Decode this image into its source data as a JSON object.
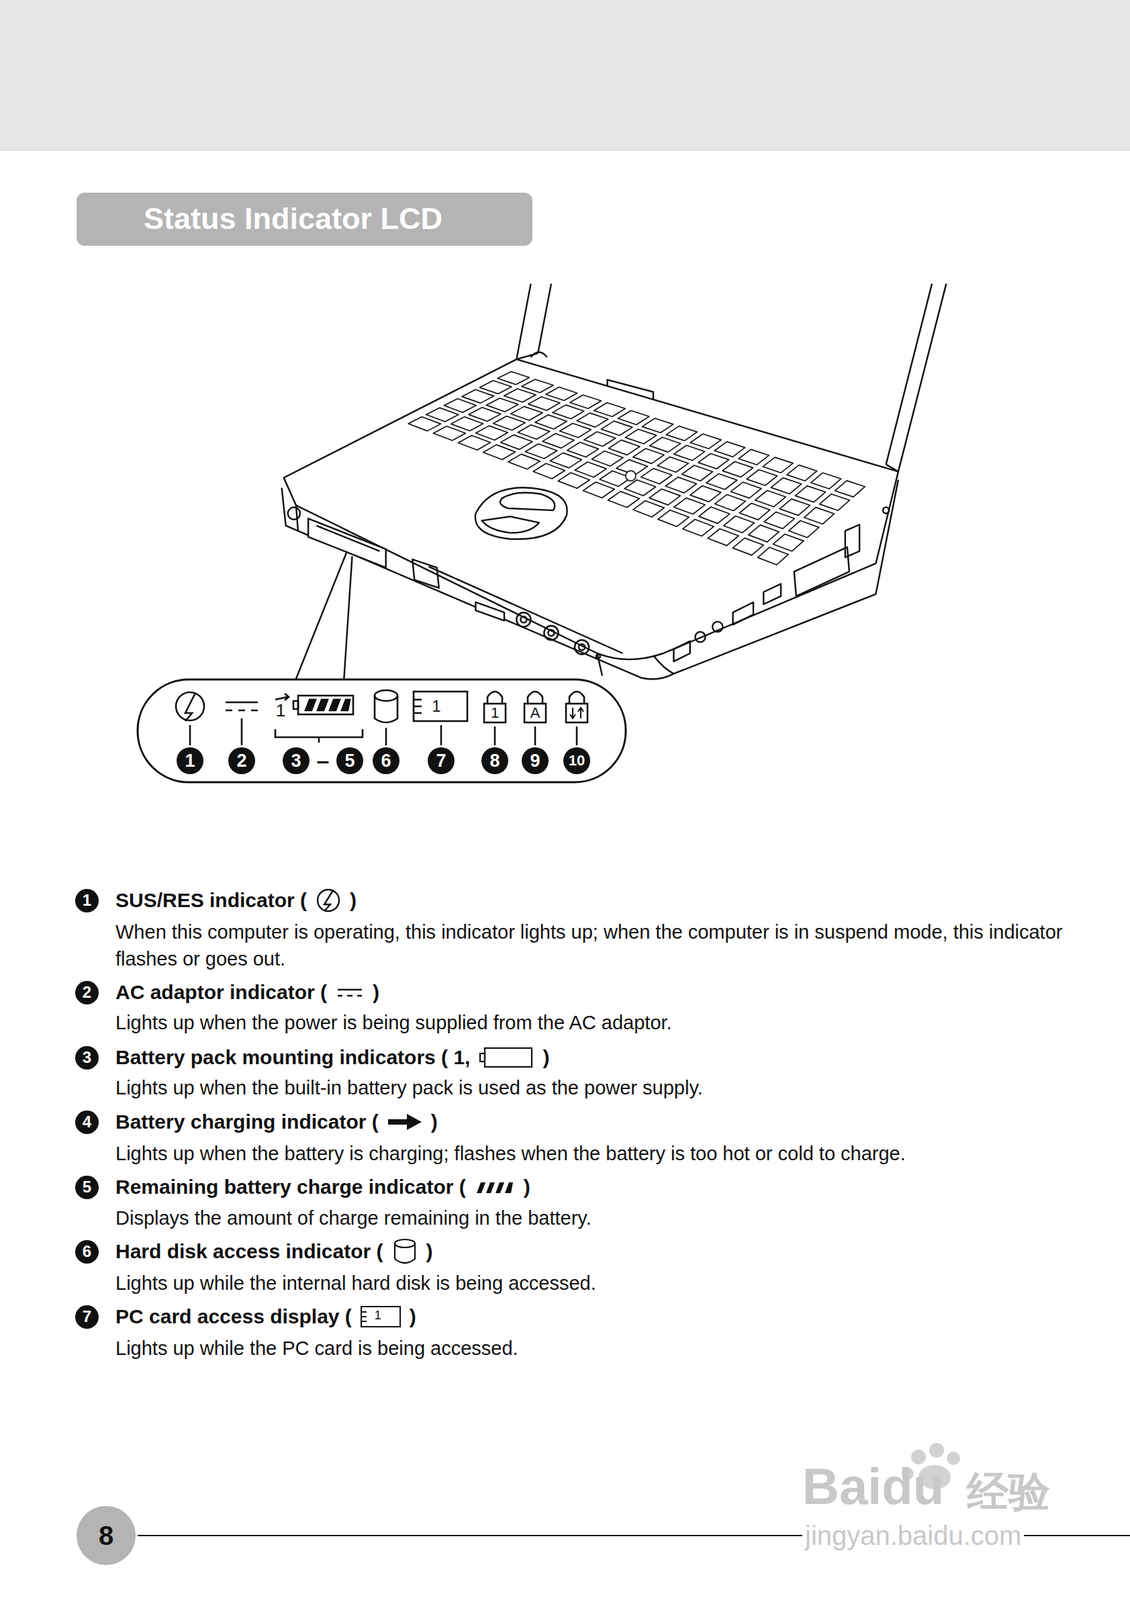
{
  "diagram": {
    "title": "Status Indicator LCD",
    "labels": [
      "1",
      "1",
      "1",
      "A",
      "1",
      "2",
      "3",
      "–",
      "5",
      "6",
      "7",
      "8",
      "9",
      "10",
      "1",
      "SUS/RES indicator (",
      ")",
      "When this computer is operating, this indicator lights up; when the computer is in suspend mode, this indicator flashes or goes out.",
      "2",
      "AC adaptor indicator (",
      ")",
      "Lights up when the power is being supplied from the AC adaptor.",
      "3",
      "Battery pack mounting indicators ( 1,",
      ")",
      "Lights up when the built-in battery pack is used as the power supply.",
      "4",
      "Battery charging indicator (",
      ")",
      "Lights up when the battery is charging; flashes when the battery is too hot or cold to charge.",
      "5",
      "Remaining battery charge indicator (",
      ")",
      "Displays the amount of charge remaining in the battery.",
      "6",
      "Hard disk access indicator (",
      ")",
      "Lights up while the internal hard disk is being accessed.",
      "7",
      "PC card access display (",
      "1",
      ")",
      "Lights up while the PC card is being accessed.",
      "8",
      "Baidu",
      "经验",
      "jingyan.baidu.com"
    ]
  }
}
